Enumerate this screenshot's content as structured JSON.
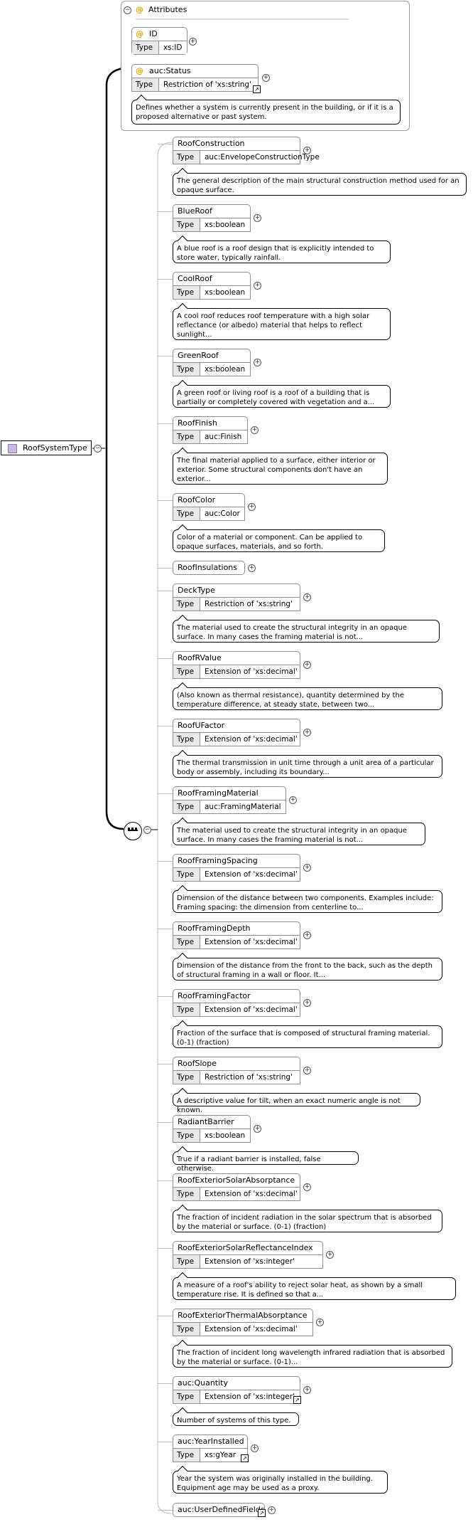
{
  "root": {
    "label": "RoofSystemType",
    "toggle": "⊖"
  },
  "attributes": {
    "header": "Attributes",
    "items": [
      {
        "name": "ID",
        "type_label": "Type",
        "type_value": "xs:ID"
      },
      {
        "name": "auc:Status",
        "type_label": "Type",
        "type_value": "Restriction of 'xs:string'",
        "doc": "Defines whether a system is currently present in the building, or if it is a proposed alternative or past system."
      }
    ]
  },
  "sequence": {
    "elements": [
      {
        "name": "RoofConstruction",
        "type_label": "Type",
        "type_value": "auc:EnvelopeConstructionType",
        "doc": "The general description of the main structural construction method used for an opaque surface."
      },
      {
        "name": "BlueRoof",
        "type_label": "Type",
        "type_value": "xs:boolean",
        "doc": "A blue roof is a roof design that is explicitly intended to store water, typically rainfall."
      },
      {
        "name": "CoolRoof",
        "type_label": "Type",
        "type_value": "xs:boolean",
        "doc": "A cool roof reduces roof temperature with a high solar reflectance (or albedo) material that helps to reflect sunlight..."
      },
      {
        "name": "GreenRoof",
        "type_label": "Type",
        "type_value": "xs:boolean",
        "doc": "A green roof or living roof is a roof of a building that is partially or completely covered with vegetation and a..."
      },
      {
        "name": "RoofFinish",
        "type_label": "Type",
        "type_value": "auc:Finish",
        "doc": "The final material applied to a surface, either interior or exterior. Some structural components don't have an exterior..."
      },
      {
        "name": "RoofColor",
        "type_label": "Type",
        "type_value": "auc:Color",
        "doc": "Color of a material or component. Can be applied to opaque surfaces, materials, and so forth."
      },
      {
        "name": "RoofInsulations"
      },
      {
        "name": "DeckType",
        "type_label": "Type",
        "type_value": "Restriction of 'xs:string'",
        "doc": "The material used to create the structural integrity in an opaque surface. In many cases the framing material is not..."
      },
      {
        "name": "RoofRValue",
        "type_label": "Type",
        "type_value": "Extension of 'xs:decimal'",
        "doc": "(Also known as thermal resistance), quantity determined by the temperature difference, at steady state, between two..."
      },
      {
        "name": "RoofUFactor",
        "type_label": "Type",
        "type_value": "Extension of 'xs:decimal'",
        "doc": "The thermal transmission in unit time through a unit area of a particular body or assembly, including its boundary..."
      },
      {
        "name": "RoofFramingMaterial",
        "type_label": "Type",
        "type_value": "auc:FramingMaterial",
        "doc": "The material used to create the structural integrity in an opaque surface. In many cases the framing material is not..."
      },
      {
        "name": "RoofFramingSpacing",
        "type_label": "Type",
        "type_value": "Extension of 'xs:decimal'",
        "doc": "Dimension of the distance between two components. Examples include: Framing spacing: the dimension from centerline to..."
      },
      {
        "name": "RoofFramingDepth",
        "type_label": "Type",
        "type_value": "Extension of 'xs:decimal'",
        "doc": "Dimension of the distance from the front to the back, such as the depth of structural framing in a wall or floor. It..."
      },
      {
        "name": "RoofFramingFactor",
        "type_label": "Type",
        "type_value": "Extension of 'xs:decimal'",
        "doc": "Fraction of the surface that is composed of structural framing material. (0-1) (fraction)"
      },
      {
        "name": "RoofSlope",
        "type_label": "Type",
        "type_value": "Restriction of 'xs:string'",
        "doc": "A descriptive value for tilt, when an exact numeric angle is not known."
      },
      {
        "name": "RadiantBarrier",
        "type_label": "Type",
        "type_value": "xs:boolean",
        "doc": "True if a radiant barrier is installed, false otherwise."
      },
      {
        "name": "RoofExteriorSolarAbsorptance",
        "type_label": "Type",
        "type_value": "Extension of 'xs:decimal'",
        "doc": "The fraction of incident radiation in the solar spectrum that is absorbed by the material or surface. (0-1) (fraction)"
      },
      {
        "name": "RoofExteriorSolarReflectanceIndex",
        "type_label": "Type",
        "type_value": "Extension of 'xs:integer'",
        "doc": "A measure of a roof's ability to reject solar heat, as shown by a small temperature rise. It is defined so that a..."
      },
      {
        "name": "RoofExteriorThermalAbsorptance",
        "type_label": "Type",
        "type_value": "Extension of 'xs:decimal'",
        "doc": "The fraction of incident long wavelength infrared radiation that is absorbed by the material or surface. (0-1)..."
      },
      {
        "name": "auc:Quantity",
        "type_label": "Type",
        "type_value": "Extension of 'xs:integer'",
        "doc": "Number of systems of this type."
      },
      {
        "name": "auc:YearInstalled",
        "type_label": "Type",
        "type_value": "xs:gYear",
        "doc": "Year the system was originally installed in the building. Equipment age may be used as a proxy."
      },
      {
        "name": "auc:UserDefinedFields"
      }
    ]
  },
  "colors": {
    "attribute_marker": "#e6a100",
    "line": "#000000",
    "branch": "#bdbdbd",
    "root_icon": "#c9b8e0"
  }
}
